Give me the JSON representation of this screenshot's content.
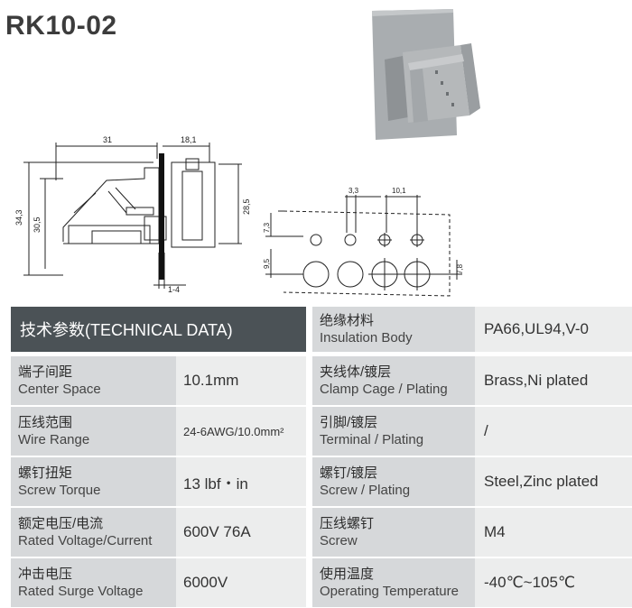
{
  "title": "RK10-02",
  "dimensions": {
    "width_31": "31",
    "width_18_1": "18,1",
    "height_34_3": "34,3",
    "height_30_5": "30,5",
    "height_28_5": "28,5",
    "thick_1_4": "1-4",
    "pin_3_3": "3,3",
    "pitch_10_1": "10,1",
    "offset_7_3": "7,3",
    "offset_9_5": "9,5",
    "offset_7_8": "7,8"
  },
  "table": {
    "header": "技术参数(TECHNICAL DATA)",
    "rows": [
      {
        "zh": "端子间距",
        "en": "Center Space",
        "value": "10.1mm"
      },
      {
        "zh": "压线范围",
        "en": "Wire Range",
        "value": "24-6AWG/10.0mm²"
      },
      {
        "zh": "螺钉扭矩",
        "en": "Screw Torque",
        "value": "13 lbf・in"
      },
      {
        "zh": "额定电压/电流",
        "en": "Rated Voltage/Current",
        "value": "600V 76A"
      },
      {
        "zh": "冲击电压",
        "en": "Rated Surge Voltage",
        "value": "6000V"
      }
    ],
    "right_rows": [
      {
        "zh": "绝缘材料",
        "en": "Insulation Body",
        "value": "PA66,UL94,V-0"
      },
      {
        "zh": "夹线体/镀层",
        "en": "Clamp Cage / Plating",
        "value": "Brass,Ni plated"
      },
      {
        "zh": "引脚/镀层",
        "en": "Terminal / Plating",
        "value": "/"
      },
      {
        "zh": "螺钉/镀层",
        "en": "Screw / Plating",
        "value": "Steel,Zinc plated"
      },
      {
        "zh": "压线螺钉",
        "en": "Screw",
        "value": "M4"
      },
      {
        "zh": "使用温度",
        "en": "Operating Temperature",
        "value": "-40℃~105℃"
      }
    ]
  }
}
